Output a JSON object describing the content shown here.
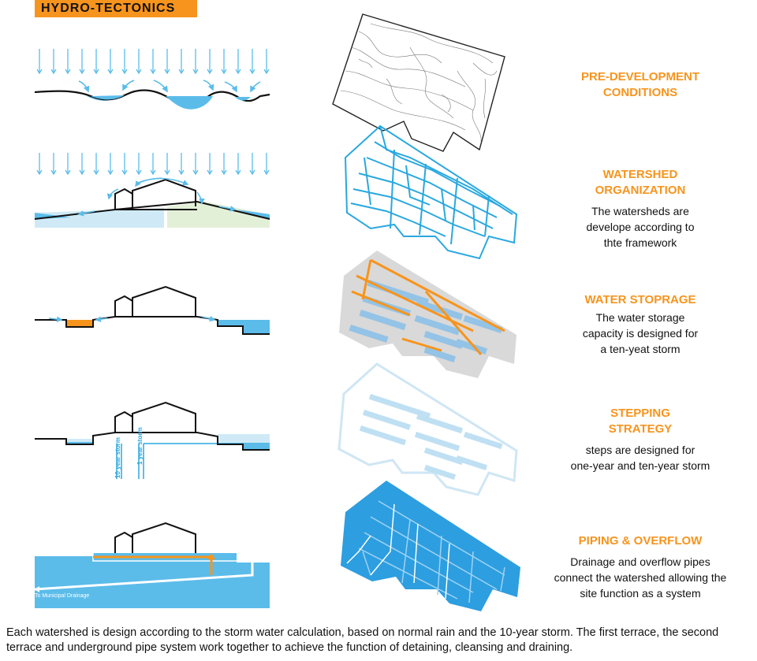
{
  "header": {
    "tag": "HYDRO-TECTONICS"
  },
  "colors": {
    "accent": "#f7941d",
    "water": "#5bbcea",
    "water_dark": "#29a8e0",
    "light_water": "#cfeaf6",
    "light_green": "#e3f0d8",
    "gray": "#d9d9d9",
    "blue_fill": "#2d9ee0"
  },
  "panels": [
    {
      "title": "PRE-DEVELOPMENT\nCONDITIONS",
      "description": ""
    },
    {
      "title": "WATERSHED\nORGANIZATION",
      "description": "The watersheds are\ndevelope according to\nthte framework"
    },
    {
      "title": "WATER STOPRAGE",
      "description": "The water storage\ncapacity is designed for\na ten-yeat storm"
    },
    {
      "title": "STEPPING\nSTRATEGY",
      "description": "steps are designed for\none-year and ten-year storm"
    },
    {
      "title": "PIPING & OVERFLOW",
      "description": "Drainage and overflow pipes\nconnect the watershed allowing the\nsite function as a system"
    }
  ],
  "section_labels": {
    "storm_10": "10 year storm",
    "storm_1": "1 year storm",
    "municipal": "To Municipal Drainage"
  },
  "caption": "Each watershed is design according to the storm water calculation, based on normal rain and the 10-year storm. The first terrace, the second terrace and underground pipe system work together to achieve the function of detaining, cleansing and draining."
}
